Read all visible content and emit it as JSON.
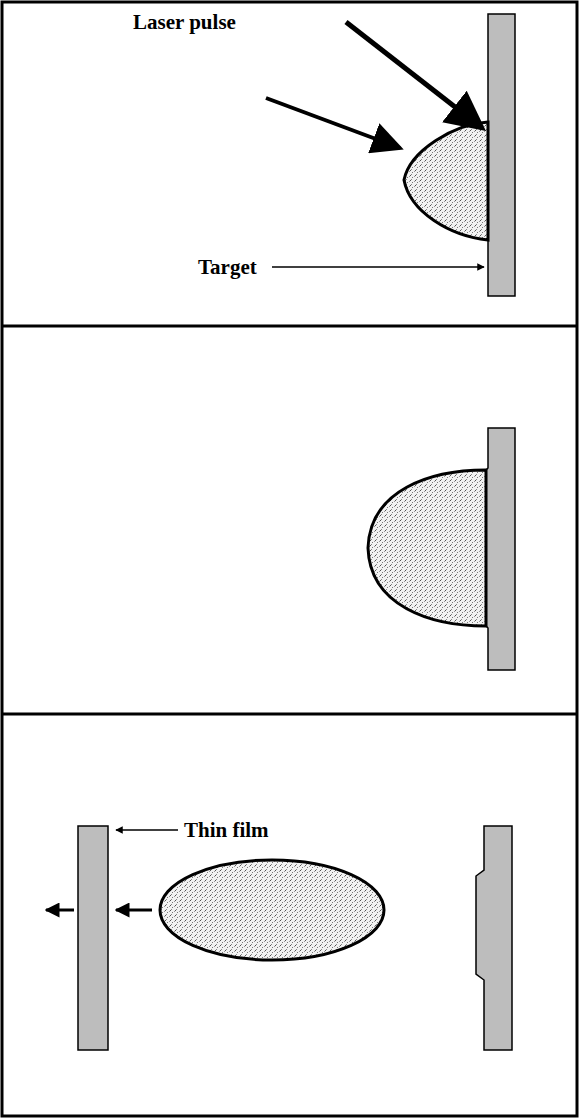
{
  "diagram": {
    "labels": [
      "Laser pulse",
      "Target",
      "Thin film"
    ]
  }
}
